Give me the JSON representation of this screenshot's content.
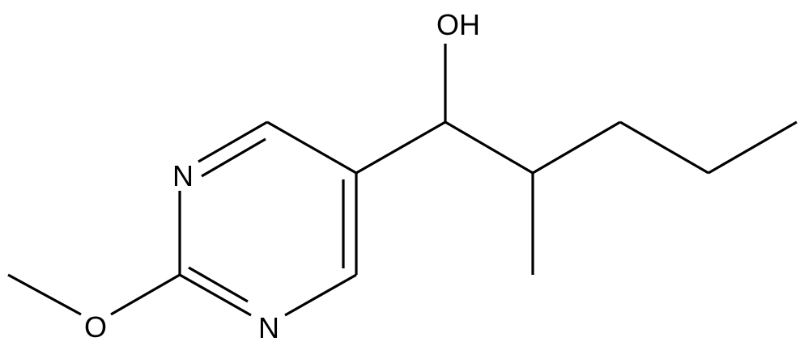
{
  "atom_labels": {
    "hydroxyl": "OH",
    "ring_n_upper": "N",
    "ring_n_lower": "N",
    "methoxy_o": "O"
  },
  "colors": {
    "bond": "#000000",
    "label": "#000000",
    "background": "#ffffff"
  }
}
